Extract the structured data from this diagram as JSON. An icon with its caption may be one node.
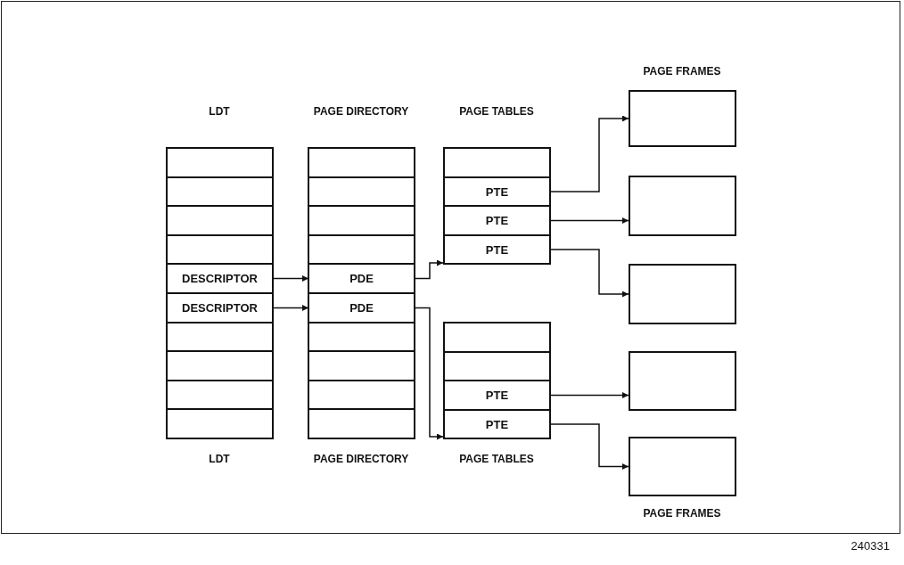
{
  "diagram": {
    "nodes": [
      {
        "text": [],
        "shape": "box"
      },
      {
        "text": [],
        "shape": "box",
        "in": 0
      },
      {
        "text": [],
        "shape": "box",
        "in": 0
      },
      {
        "text": [],
        "shape": "box",
        "in": 0
      },
      {
        "text": [],
        "shape": "box",
        "in": 0
      },
      {
        "text": [
          "DESCRIPTOR"
        ],
        "in": 0
      },
      {
        "text": [
          "DESCRIPTOR"
        ],
        "in": 0
      },
      {
        "text": [],
        "shape": "box",
        "in": 0
      },
      {
        "text": [],
        "shape": "box",
        "in": 0
      },
      {
        "text": [],
        "shape": "box",
        "in": 0
      },
      {
        "text": [],
        "shape": "box",
        "in": 0
      },
      {
        "text": [],
        "shape": "box"
      },
      {
        "text": [],
        "shape": "box",
        "in": 11
      },
      {
        "text": [],
        "shape": "box",
        "in": 11
      },
      {
        "text": [],
        "shape": "box",
        "in": 11
      },
      {
        "text": [],
        "shape": "box",
        "in": 11
      },
      {
        "text": [
          "PDE"
        ],
        "in": 11
      },
      {
        "text": [
          "PDE"
        ],
        "in": 11
      },
      {
        "text": [],
        "shape": "box",
        "in": 11
      },
      {
        "text": [],
        "shape": "box",
        "in": 11
      },
      {
        "text": [],
        "shape": "box",
        "in": 11
      },
      {
        "text": [],
        "shape": "box",
        "in": 11
      },
      {
        "text": [],
        "shape": "box"
      },
      {
        "text": [],
        "shape": "box",
        "in": 22
      },
      {
        "text": [
          "PTE"
        ],
        "in": 22
      },
      {
        "text": [
          "PTE"
        ],
        "in": 22
      },
      {
        "text": [
          "PTE"
        ],
        "in": 22
      },
      {
        "text": [],
        "shape": "box"
      },
      {
        "text": [],
        "shape": "box",
        "in": 27
      },
      {
        "text": [],
        "shape": "box",
        "in": 27
      },
      {
        "text": [
          "PTE"
        ],
        "in": 27
      },
      {
        "text": [
          "PTE"
        ],
        "in": 27
      },
      {
        "text": [],
        "shape": "box"
      },
      {
        "text": [],
        "shape": "box"
      },
      {
        "text": [],
        "shape": "box"
      },
      {
        "text": [],
        "shape": "box"
      },
      {
        "text": [],
        "shape": "box"
      }
    ],
    "edges": [
      {
        "from": 5,
        "to": 16,
        "arrow": "to"
      },
      {
        "from": 6,
        "to": 17,
        "arrow": "to"
      },
      {
        "from": 16,
        "to": 22,
        "arrow": "to"
      },
      {
        "from": 17,
        "to": 27,
        "arrow": "to"
      },
      {
        "from": 24,
        "to": 32,
        "arrow": "to"
      },
      {
        "from": 25,
        "to": 33,
        "arrow": "to"
      },
      {
        "from": 26,
        "to": 34,
        "arrow": "to"
      },
      {
        "from": 30,
        "to": 35,
        "arrow": "to"
      },
      {
        "from": 31,
        "to": 36,
        "arrow": "to"
      }
    ],
    "labels": [
      "PAGE FRAMES",
      "LDT",
      "PAGE DIRECTORY",
      "PAGE TABLES",
      "LDT",
      "PAGE DIRECTORY",
      "PAGE TABLES",
      "PAGE FRAMES",
      "240331"
    ]
  }
}
